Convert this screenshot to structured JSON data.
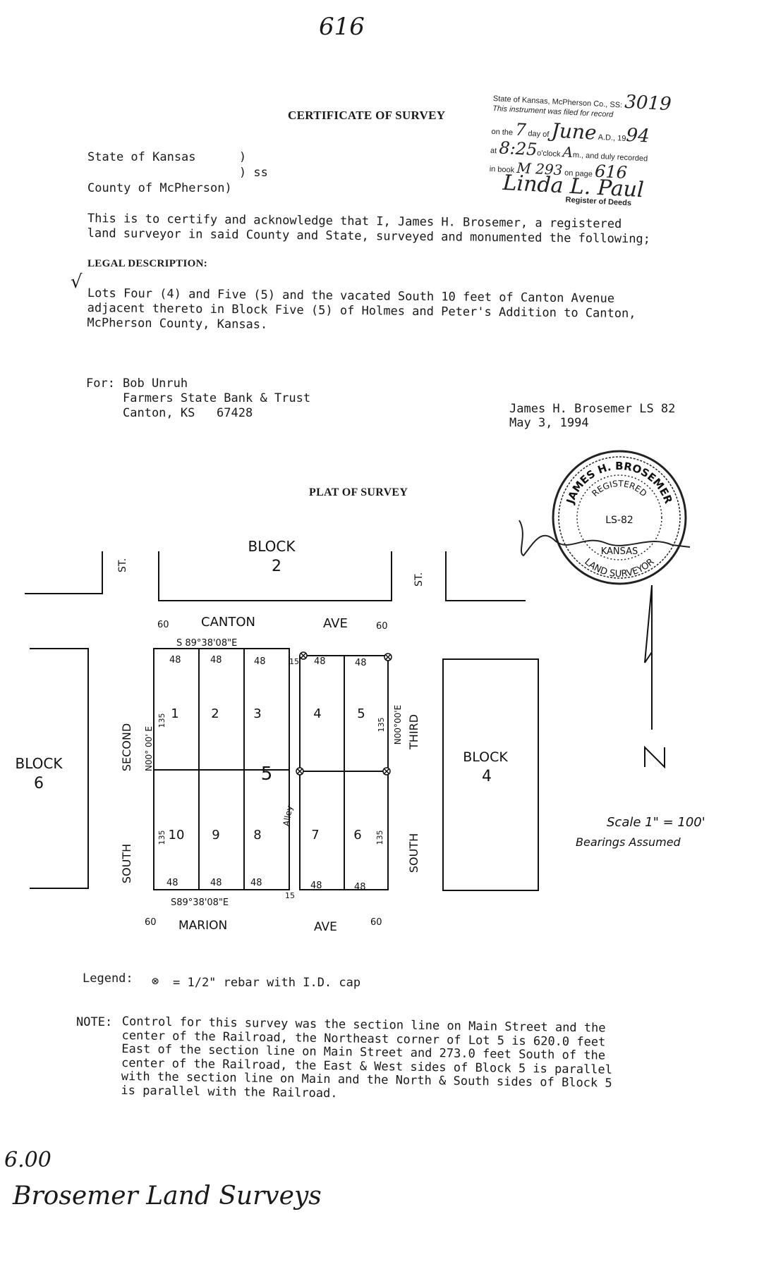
{
  "page_number": "616",
  "filing_stamp": {
    "line1": "State of Kansas, McPherson Co., SS:",
    "instrument_no": "3019",
    "line2": "This instrument was filed for record",
    "line3_prefix": "on the",
    "day": "7",
    "line3_mid": "day of",
    "month": "June",
    "line3_suffix": "A.D., 19",
    "year": "94",
    "line4_prefix": "at",
    "time": "8:25",
    "line4_mid": "o'clock",
    "ampm": "A",
    "line4_suffix": "m., and duly recorded",
    "line5_prefix": "in book",
    "book": "M 293",
    "line5_mid": "on page",
    "page": "616",
    "signature": "Linda L. Paul",
    "title": "Register of Deeds"
  },
  "title": "CERTIFICATE OF SURVEY",
  "venue": {
    "state_line": "State of Kansas      )",
    "ss_line": "                     ) ss",
    "county_line": "County of McPherson)"
  },
  "certification": "This is to certify and acknowledge that I, James H. Brosemer, a registered\nland surveyor in said County and State, surveyed and monumented the following;",
  "legal_heading": "LEGAL DESCRIPTION:",
  "legal_text": "Lots Four (4) and Five (5) and the vacated South 10 feet of Canton Avenue\nadjacent thereto in Block Five (5) of Holmes and Peter's Addition to Canton,\nMcPherson County, Kansas.",
  "for_label": "For:",
  "client": {
    "name": "Bob Unruh",
    "company": "Farmers State Bank & Trust",
    "address": "Canton, KS   67428"
  },
  "surveyor": {
    "name": "James H. Brosemer LS 82",
    "date": "May 3, 1994"
  },
  "seal": {
    "top": "JAMES H. BROSEMER",
    "middle": "REGISTERED",
    "number": "LS-82",
    "state": "KANSAS",
    "bottom": "LAND SURVEYOR"
  },
  "plat_title": "PLAT OF SURVEY",
  "plat": {
    "block_north": "BLOCK",
    "block_north_no": "2",
    "block_west": "BLOCK",
    "block_west_no": "6",
    "block_east": "BLOCK",
    "block_east_no": "4",
    "block_center": "5",
    "st_label": "ST.",
    "canton_width_w": "60",
    "canton_name": "CANTON",
    "canton_ave": "AVE",
    "canton_width_e": "60",
    "bearing_north": "S 89°38'08\"E",
    "bearing_south": "S89°38'08\"E",
    "marion_width_w": "60",
    "marion_name": "MARION",
    "marion_ave": "AVE",
    "marion_width_e": "60",
    "second_st": "SECOND",
    "south_w": "SOUTH",
    "third_st": "THIRD",
    "south_e": "SOUTH",
    "bearing_west": "N00° 00' E",
    "bearing_east": "N00°00'E",
    "depth": "135",
    "lot_width": "48",
    "alley_width": "15",
    "alley": "Alley",
    "lots_north": [
      "1",
      "2",
      "3",
      "4",
      "5"
    ],
    "lots_south": [
      "10",
      "9",
      "8",
      "7",
      "6"
    ],
    "scale": "Scale 1\" = 100'",
    "bearings_note": "Bearings Assumed"
  },
  "legend_label": "Legend:",
  "legend_symbol": "⊗",
  "legend_text": "= 1/2\" rebar with I.D. cap",
  "note_label": "NOTE:",
  "note_text": "Control for this survey was the section line on Main Street and the\ncenter of the Railroad, the Northeast corner of Lot 5 is 620.0 feet\nEast of the section line on Main Street and 273.0 feet South of the\ncenter of the Railroad, the East & West sides of Block 5 is parallel\nwith the section line on Main and the North & South sides of Block 5\nis parallel with the Railroad.",
  "fee": "6.00",
  "return_to": "Brosemer Land Surveys"
}
